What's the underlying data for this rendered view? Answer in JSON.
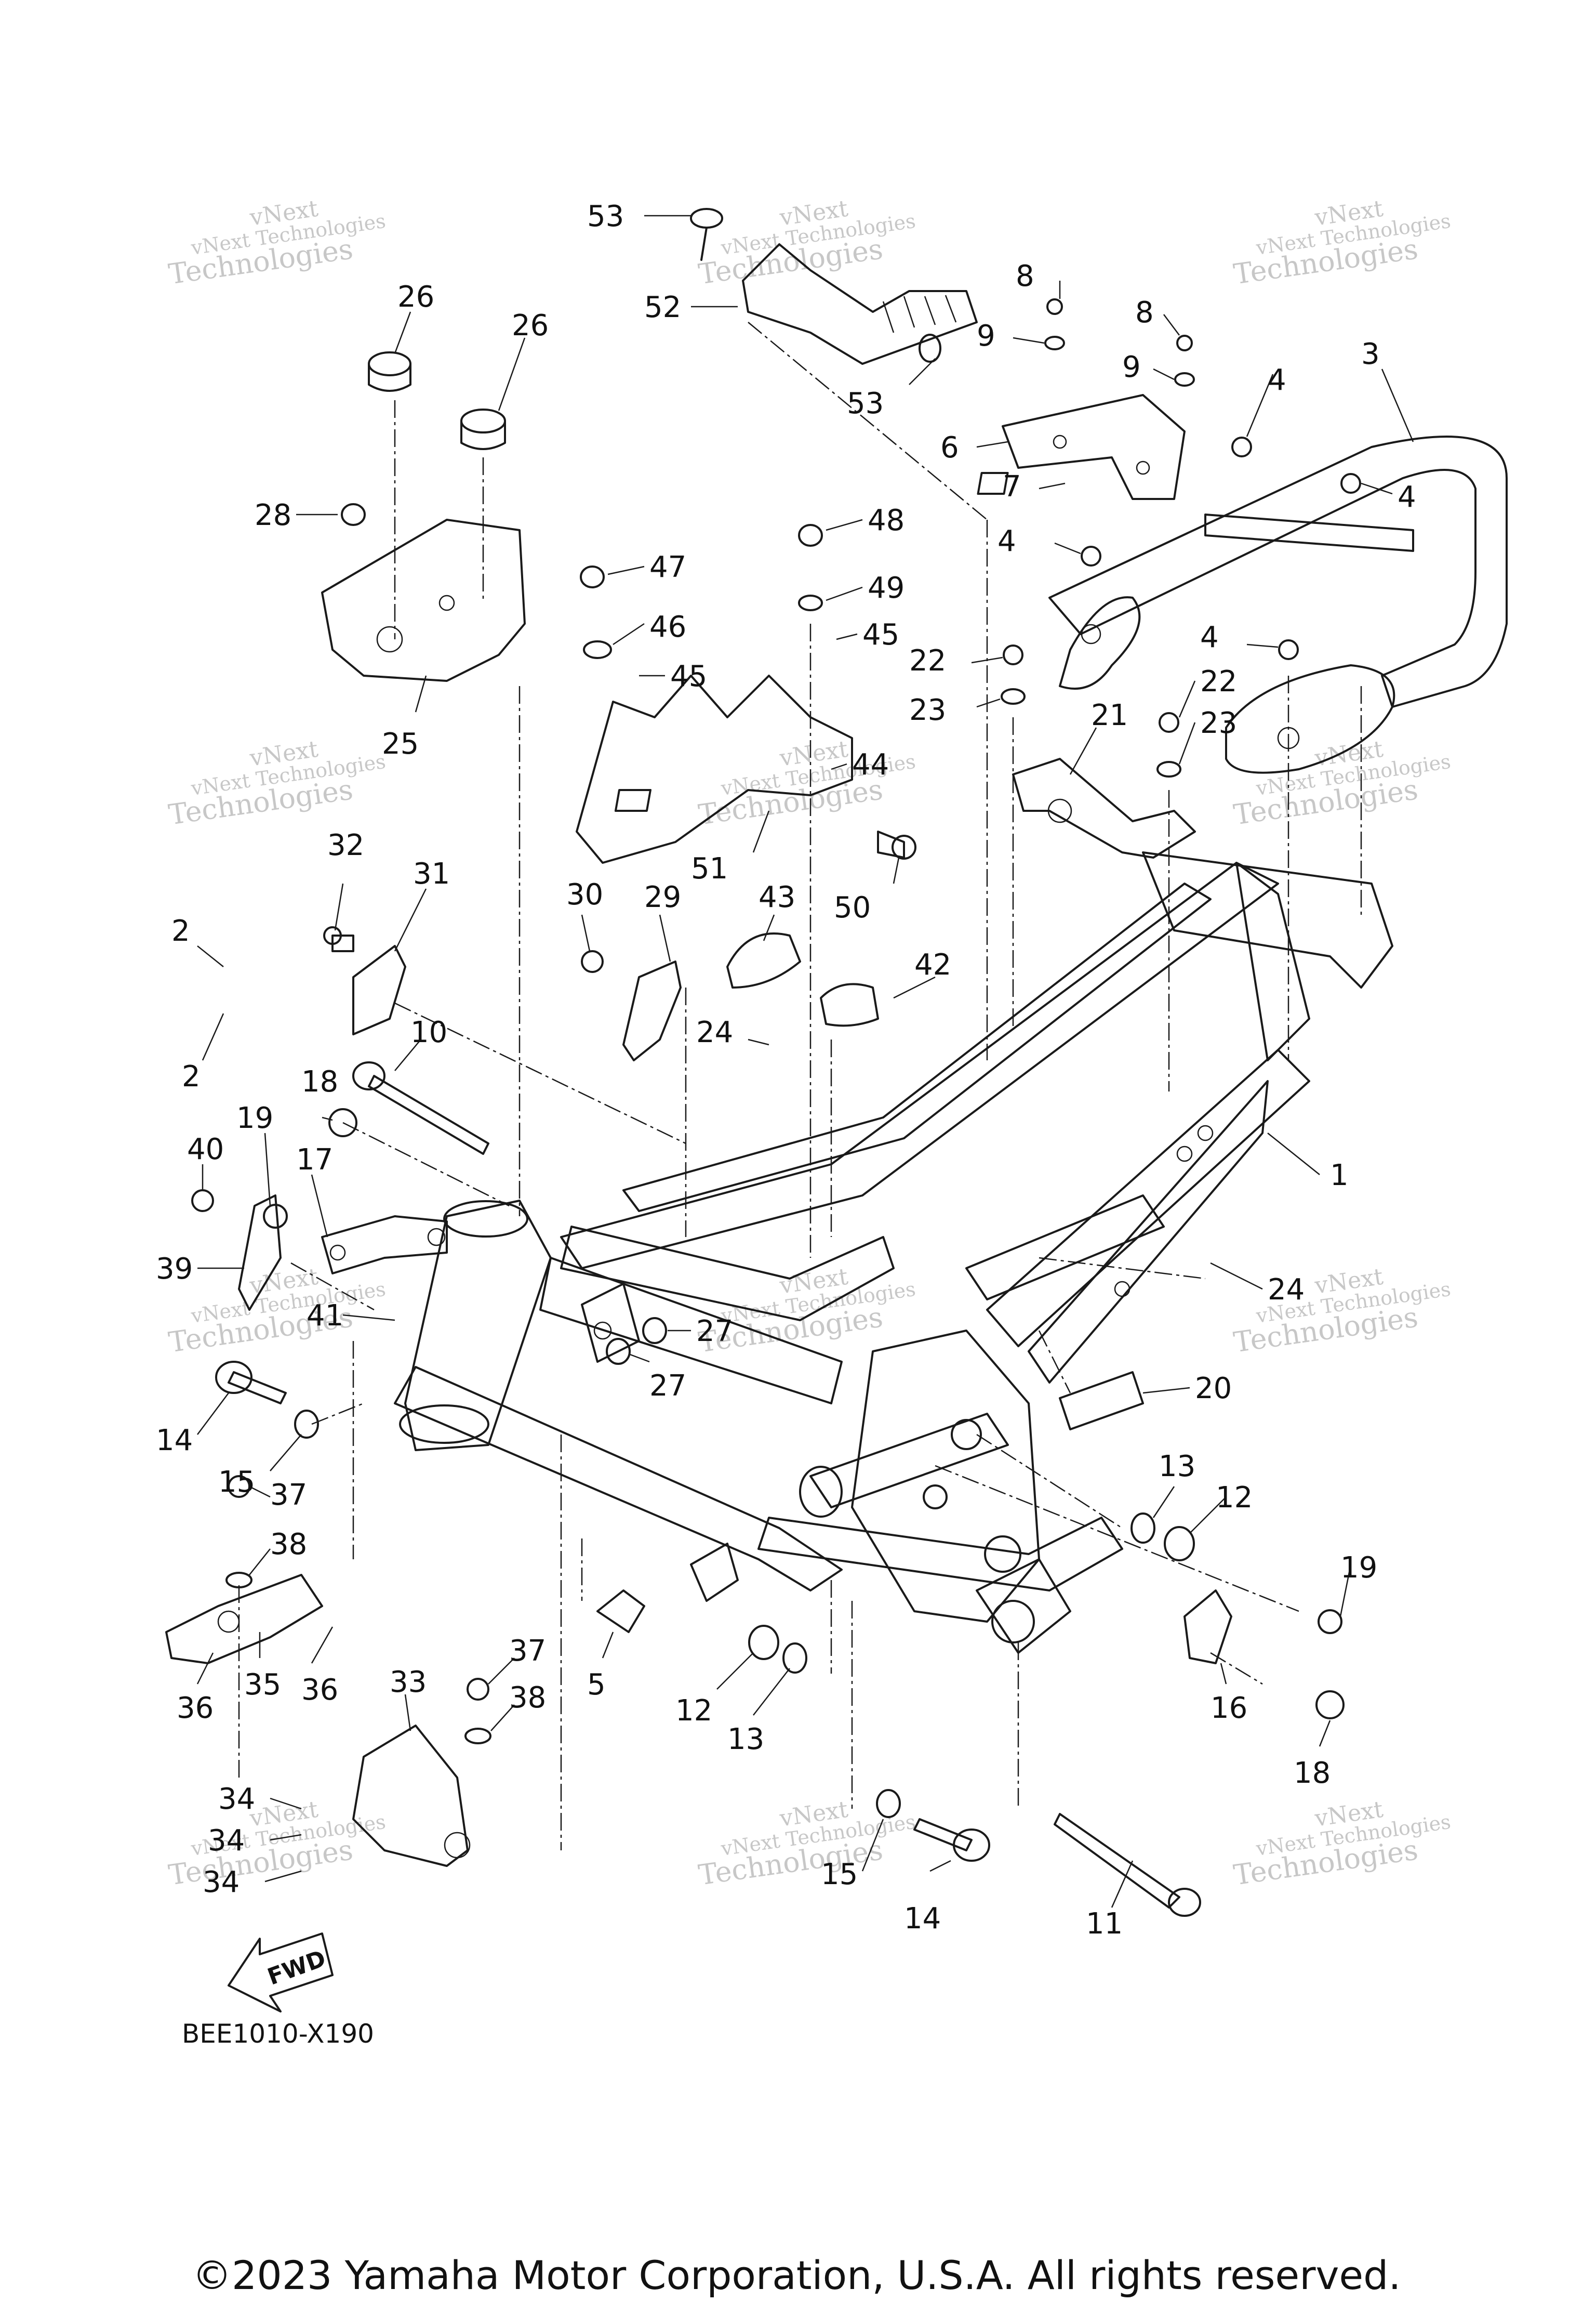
{
  "diagram": {
    "drawing_code": "BEE1010-X190",
    "copyright": "©2023 Yamaha Motor Corporation, U.S.A. All rights reserved.",
    "direction_label": "FWD",
    "watermark": [
      "vNext",
      "Technologies"
    ],
    "callouts": [
      {
        "id": "53a",
        "label": "53"
      },
      {
        "id": "52",
        "label": "52"
      },
      {
        "id": "53b",
        "label": "53"
      },
      {
        "id": "26a",
        "label": "26"
      },
      {
        "id": "26b",
        "label": "26"
      },
      {
        "id": "28",
        "label": "28"
      },
      {
        "id": "25",
        "label": "25"
      },
      {
        "id": "8a",
        "label": "8"
      },
      {
        "id": "8b",
        "label": "8"
      },
      {
        "id": "9a",
        "label": "9"
      },
      {
        "id": "9b",
        "label": "9"
      },
      {
        "id": "6",
        "label": "6"
      },
      {
        "id": "7",
        "label": "7"
      },
      {
        "id": "3",
        "label": "3"
      },
      {
        "id": "4a",
        "label": "4"
      },
      {
        "id": "4b",
        "label": "4"
      },
      {
        "id": "4c",
        "label": "4"
      },
      {
        "id": "4d",
        "label": "4"
      },
      {
        "id": "48",
        "label": "48"
      },
      {
        "id": "47",
        "label": "47"
      },
      {
        "id": "49",
        "label": "49"
      },
      {
        "id": "46",
        "label": "46"
      },
      {
        "id": "45a",
        "label": "45"
      },
      {
        "id": "45b",
        "label": "45"
      },
      {
        "id": "44",
        "label": "44"
      },
      {
        "id": "22a",
        "label": "22"
      },
      {
        "id": "23a",
        "label": "23"
      },
      {
        "id": "21",
        "label": "21"
      },
      {
        "id": "22b",
        "label": "22"
      },
      {
        "id": "23b",
        "label": "23"
      },
      {
        "id": "51",
        "label": "51"
      },
      {
        "id": "50",
        "label": "50"
      },
      {
        "id": "32",
        "label": "32"
      },
      {
        "id": "31",
        "label": "31"
      },
      {
        "id": "30",
        "label": "30"
      },
      {
        "id": "29",
        "label": "29"
      },
      {
        "id": "43",
        "label": "43"
      },
      {
        "id": "42",
        "label": "42"
      },
      {
        "id": "2a",
        "label": "2"
      },
      {
        "id": "2b",
        "label": "2"
      },
      {
        "id": "18a",
        "label": "18"
      },
      {
        "id": "10",
        "label": "10"
      },
      {
        "id": "24a",
        "label": "24"
      },
      {
        "id": "19a",
        "label": "19"
      },
      {
        "id": "17",
        "label": "17"
      },
      {
        "id": "40",
        "label": "40"
      },
      {
        "id": "1",
        "label": "1"
      },
      {
        "id": "39",
        "label": "39"
      },
      {
        "id": "41",
        "label": "41"
      },
      {
        "id": "27a",
        "label": "27"
      },
      {
        "id": "27b",
        "label": "27"
      },
      {
        "id": "24b",
        "label": "24"
      },
      {
        "id": "20",
        "label": "20"
      },
      {
        "id": "14a",
        "label": "14"
      },
      {
        "id": "15a",
        "label": "15"
      },
      {
        "id": "13a",
        "label": "13"
      },
      {
        "id": "12a",
        "label": "12"
      },
      {
        "id": "37a",
        "label": "37"
      },
      {
        "id": "38a",
        "label": "38"
      },
      {
        "id": "19b",
        "label": "19"
      },
      {
        "id": "5",
        "label": "5"
      },
      {
        "id": "36a",
        "label": "36"
      },
      {
        "id": "35",
        "label": "35"
      },
      {
        "id": "36b",
        "label": "36"
      },
      {
        "id": "12b",
        "label": "12"
      },
      {
        "id": "13b",
        "label": "13"
      },
      {
        "id": "16",
        "label": "16"
      },
      {
        "id": "33",
        "label": "33"
      },
      {
        "id": "37b",
        "label": "37"
      },
      {
        "id": "38b",
        "label": "38"
      },
      {
        "id": "18b",
        "label": "18"
      },
      {
        "id": "34a",
        "label": "34"
      },
      {
        "id": "34b",
        "label": "34"
      },
      {
        "id": "34c",
        "label": "34"
      },
      {
        "id": "15b",
        "label": "15"
      },
      {
        "id": "14b",
        "label": "14"
      },
      {
        "id": "11",
        "label": "11"
      }
    ]
  }
}
